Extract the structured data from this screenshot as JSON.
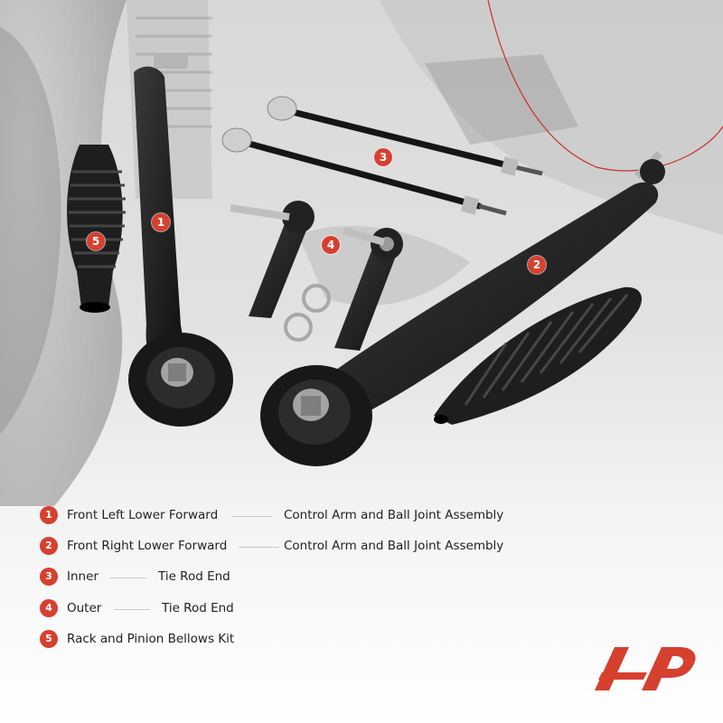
{
  "accent_color": "#d6402f",
  "markers": [
    {
      "label": "1",
      "name": "marker-1"
    },
    {
      "label": "2",
      "name": "marker-2"
    },
    {
      "label": "3",
      "name": "marker-3"
    },
    {
      "label": "4",
      "name": "marker-4"
    },
    {
      "label": "5",
      "name": "marker-5"
    }
  ],
  "legend": [
    {
      "number": "1",
      "part": "Front Left Lower Forward",
      "detail": "Control Arm and Ball Joint Assembly"
    },
    {
      "number": "2",
      "part": "Front Right Lower Forward",
      "detail": "Control Arm and Ball Joint Assembly"
    },
    {
      "number": "3",
      "part": "Inner",
      "detail": "Tie Rod End"
    },
    {
      "number": "4",
      "part": "Outer",
      "detail": "Tie Rod End"
    },
    {
      "number": "5",
      "part": "Rack and Pinion Bellows Kit",
      "detail": ""
    }
  ],
  "logo": {
    "icon": "brand-logo-icon"
  }
}
